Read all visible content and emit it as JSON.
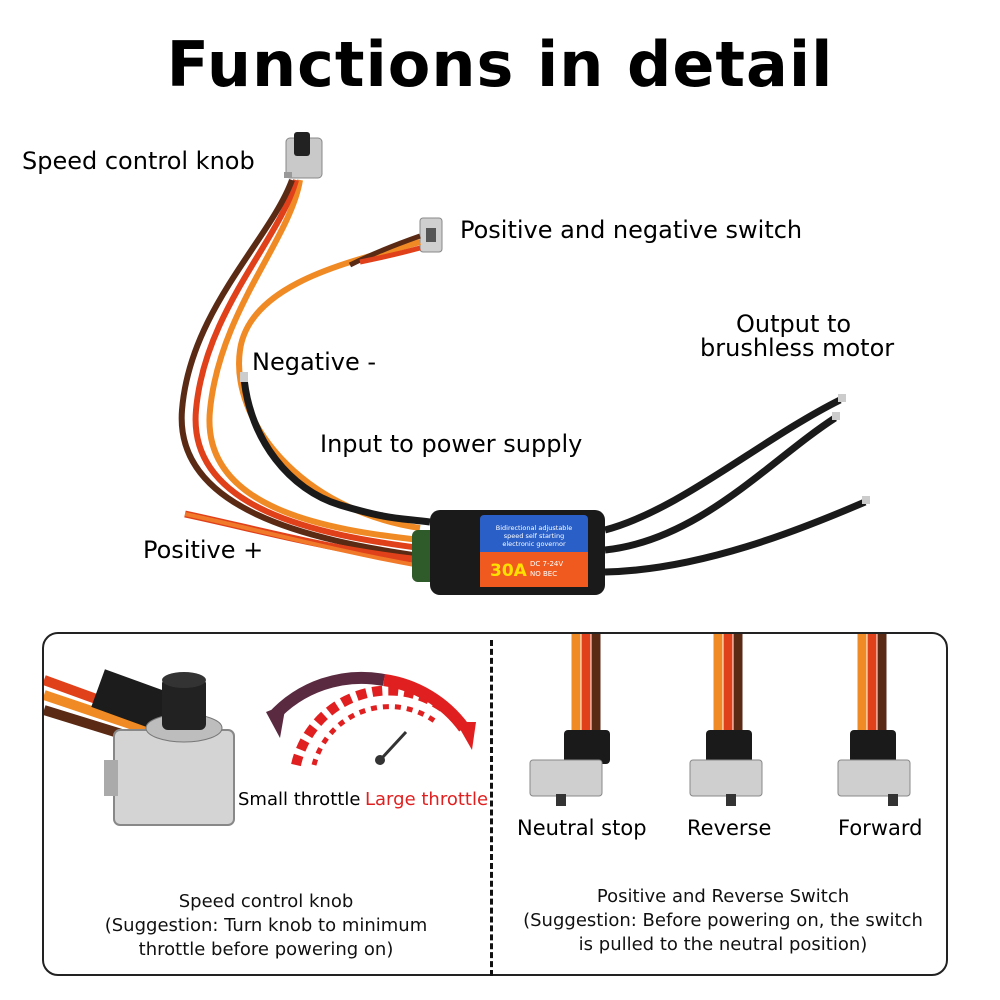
{
  "title": "Functions in detail",
  "diagram": {
    "labels": {
      "speed_knob": "Speed control knob",
      "switch": "Positive and negative switch",
      "output_line1": "Output to",
      "output_line2": "brushless motor",
      "negative": "Negative -",
      "input": "Input to power supply",
      "positive": "Positive +"
    },
    "esc": {
      "rating": "30A",
      "line1": "Bidirectional adjustable",
      "line2": "speed self starting",
      "line3": "electronic governor",
      "voltage": "DC 7-24V",
      "bec": "NO BEC"
    }
  },
  "panel_left": {
    "small_throttle": "Small throttle",
    "large_throttle": "Large throttle",
    "caption_line1": "Speed control knob",
    "caption_line2": "(Suggestion: Turn knob to minimum",
    "caption_line3": "throttle before powering on)"
  },
  "panel_right": {
    "positions": [
      "Neutral stop",
      "Reverse",
      "Forward"
    ],
    "caption_line1": "Positive and Reverse Switch",
    "caption_line2": "(Suggestion: Before powering on, the switch",
    "caption_line3": "is pulled to the neutral position)"
  },
  "colors": {
    "wire_black": "#1a1a1a",
    "wire_red": "#e0401a",
    "wire_orange": "#f08a24",
    "wire_brown": "#5a2a14",
    "esc_blue": "#2a5fc8",
    "esc_orange": "#f05a1e",
    "throttle_red": "#e02020"
  }
}
